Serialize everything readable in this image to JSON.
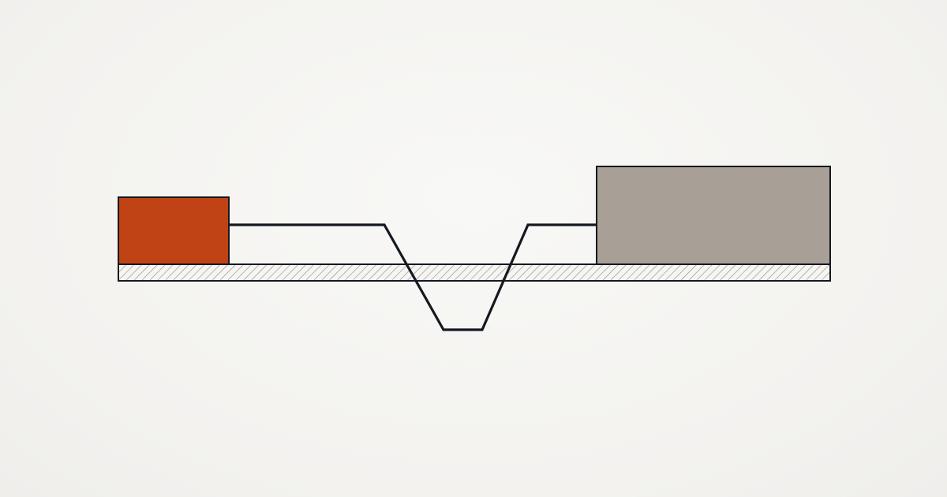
{
  "diagram": {
    "colors": {
      "background": "#f4f3f0",
      "stroke": "#14181f",
      "left_block_fill": "#bf4314",
      "right_block_fill": "#a89f96",
      "ground_fill": "#f6f5f2",
      "ground_hatch": "#8a8a8a"
    },
    "elements": {
      "left_block": {
        "label": "",
        "shape": "rectangle"
      },
      "right_block": {
        "label": "",
        "shape": "rectangle"
      },
      "ground_bar": {
        "label": "",
        "pattern": "diagonal-hatch"
      },
      "connector_line": {
        "label": "",
        "shape": "polyline-with-trough"
      }
    }
  }
}
